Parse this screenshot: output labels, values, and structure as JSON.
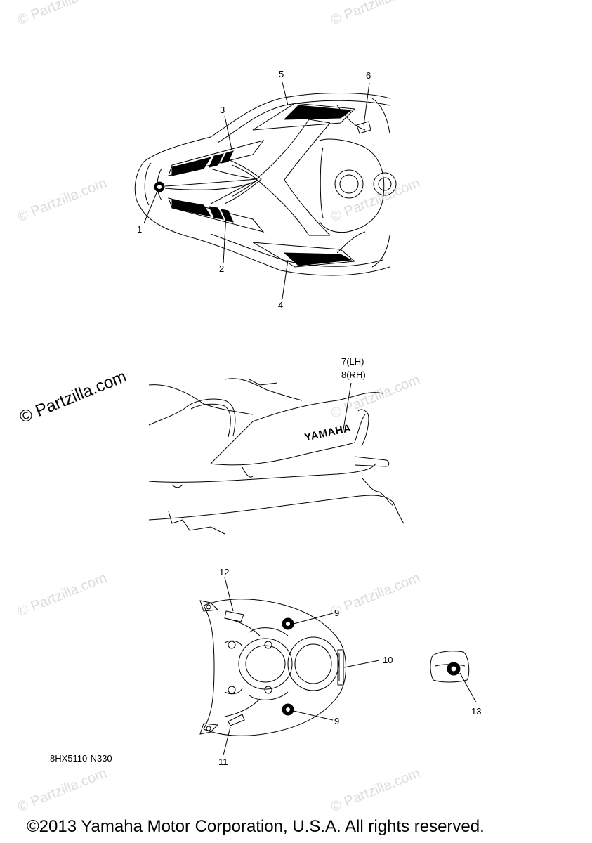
{
  "watermark": {
    "small": "© Partzilla.com",
    "large": "© Partzilla.com"
  },
  "diagram_text": {
    "brand_decal": "YAMAHA"
  },
  "callouts": {
    "c1": "1",
    "c2": "2",
    "c3": "3",
    "c4": "4",
    "c5": "5",
    "c6": "6",
    "c7_8_line1": "7(LH)",
    "c7_8_line2": "8(RH)",
    "c9a": "9",
    "c9b": "9",
    "c10": "10",
    "c11": "11",
    "c12": "12",
    "c13": "13"
  },
  "footer": {
    "part_code": "8HX5110-N330",
    "copyright": "©2013 Yamaha Motor Corporation, U.S.A. All rights reserved."
  }
}
